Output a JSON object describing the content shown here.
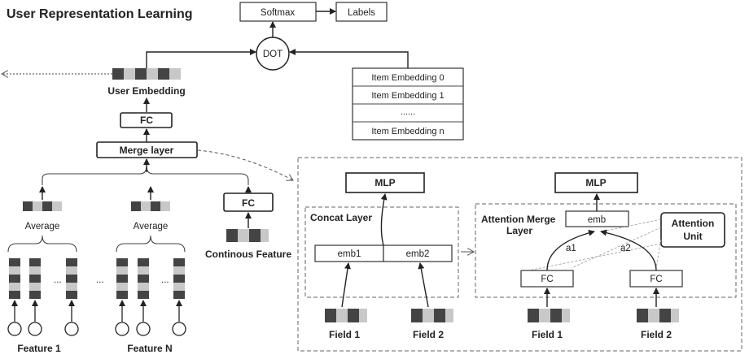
{
  "title": "User Representation Learning",
  "top": {
    "softmax": "Softmax",
    "labels": "Labels",
    "dot": "DOT"
  },
  "items": [
    "Item Embedding 0",
    "Item Embedding 1",
    "......",
    "Item Embedding n"
  ],
  "left": {
    "user_embedding": "User Embedding",
    "fc": "FC",
    "merge_layer": "Merge layer",
    "average_1": "Average",
    "average_2": "Average",
    "fc_continuous": "FC",
    "continuous_feature": "Continous Feature",
    "feature_1": "Feature 1",
    "feature_n": "Feature N",
    "ellipsis_1": "...",
    "ellipsis_2": "...",
    "ellipsis_3": "..."
  },
  "concat": {
    "mlp": "MLP",
    "layer": "Concat Layer",
    "emb1": "emb1",
    "emb2": "emb2",
    "field1": "Field 1",
    "field2": "Field 2"
  },
  "attention": {
    "mlp": "MLP",
    "layer_line1": "Attention Merge",
    "layer_line2": "Layer",
    "emb": "emb",
    "unit_line1": "Attention",
    "unit_line2": "Unit",
    "a1": "a1",
    "a2": "a2",
    "fc1": "FC",
    "fc2": "FC",
    "field1": "Field 1",
    "field2": "Field 2"
  }
}
